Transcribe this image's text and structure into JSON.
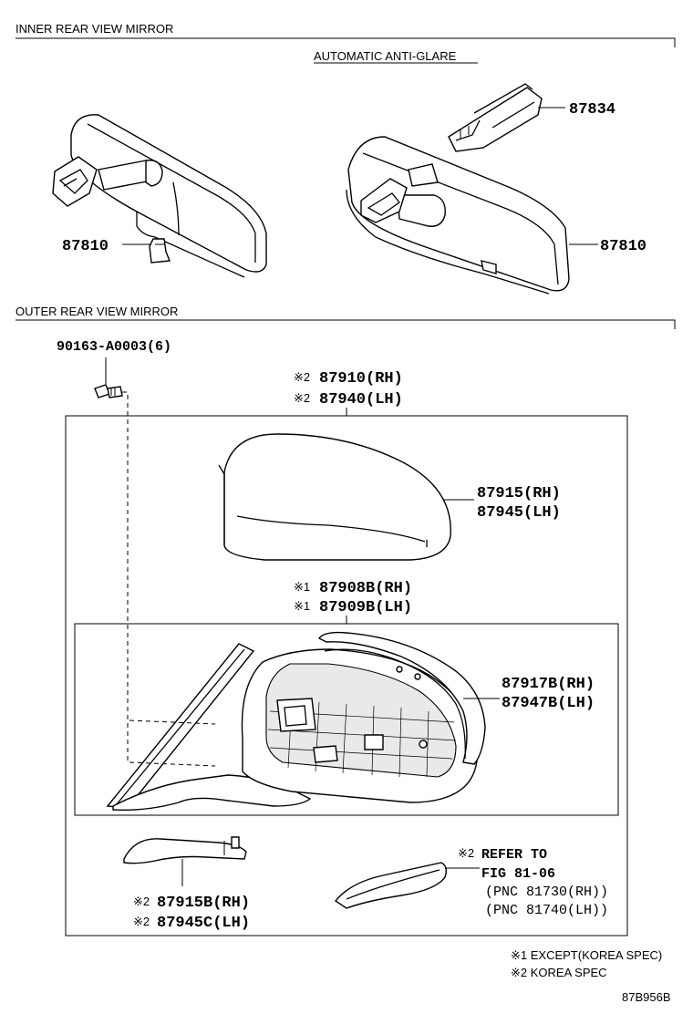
{
  "sections": {
    "inner": {
      "title": "INNER REAR VIEW MIRROR",
      "subtitle": "AUTOMATIC ANTI-GLARE"
    },
    "outer": {
      "title": "OUTER REAR VIEW MIRROR"
    }
  },
  "parts": {
    "p87810_left": "87810",
    "p87834": "87834",
    "p87810_right": "87810",
    "screw": "90163-A0003(6)",
    "cover_assy_rh": "87910(RH)",
    "cover_assy_lh": "87940(LH)",
    "cover_rh": "87915(RH)",
    "cover_lh": "87945(LH)",
    "mirror_assy_rh": "87908B(RH)",
    "mirror_assy_lh": "87909B(LH)",
    "mirror_rh": "87917B(RH)",
    "mirror_lh": "87947B(LH)",
    "lower_rh": "87915B(RH)",
    "lower_lh": "87945C(LH)",
    "refer_to": "REFER TO",
    "refer_fig": "FIG 81-06",
    "refer_pnc1": "(PNC 81730(RH))",
    "refer_pnc2": "(PNC 81740(LH))"
  },
  "marks": {
    "m1": "※1",
    "m2": "※2"
  },
  "legend": {
    "l1": "※1 EXCEPT(KOREA SPEC)",
    "l2": "※2 KOREA SPEC"
  },
  "figure_code": "87B956B"
}
